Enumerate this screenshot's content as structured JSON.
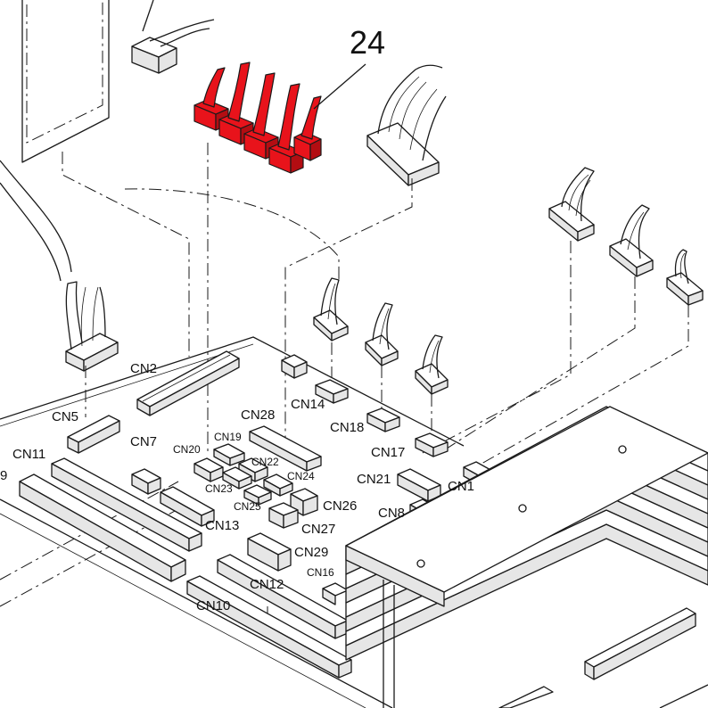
{
  "callout": {
    "number": "24"
  },
  "labels": {
    "cn1": "CN1",
    "cn2": "CN2",
    "cn5": "CN5",
    "cn7": "CN7",
    "cn8": "CN8",
    "cn9": "9",
    "cn10": "CN10",
    "cn11": "CN11",
    "cn12": "CN12",
    "cn13": "CN13",
    "cn14": "CN14",
    "cn16": "CN16",
    "cn17": "CN17",
    "cn18": "CN18",
    "cn19": "CN19",
    "cn20": "CN20",
    "cn21": "CN21",
    "cn22": "CN22",
    "cn23": "CN23",
    "cn24": "CN24",
    "cn25": "CN25",
    "cn26": "CN26",
    "cn27": "CN27",
    "cn28": "CN28",
    "cn29": "CN29"
  },
  "colors": {
    "highlight": "#e8131b",
    "line": "#1a1a1a",
    "background": "#ffffff"
  }
}
